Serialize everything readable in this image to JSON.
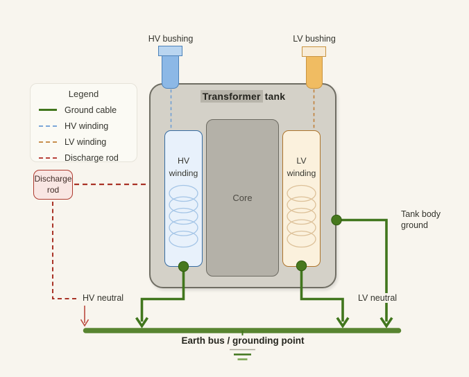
{
  "colors": {
    "background": "#f8f5ee",
    "ground_cable_green": "#41761d",
    "earth_bus_green": "#588430",
    "hv_blue": "#4b81b9",
    "lv_orange": "#c9933f",
    "discharge_red": "#ad392e"
  },
  "legend": {
    "title": "Legend",
    "items": [
      {
        "label": "Ground cable",
        "style": "solid",
        "color": "#41761d"
      },
      {
        "label": "HV winding",
        "style": "dashed",
        "color": "#7aa6d8"
      },
      {
        "label": "LV winding",
        "style": "dashed",
        "color": "#c78f4e"
      },
      {
        "label": "Discharge rod",
        "style": "dashed",
        "color": "#b8413a"
      }
    ]
  },
  "tank": {
    "title_highlight": "Transformer",
    "title_rest": "tank"
  },
  "components": {
    "hv_bushing": "HV bushing",
    "lv_bushing": "LV bushing",
    "hv_winding": "HV winding",
    "lv_winding": "LV winding",
    "core": "Core",
    "discharge_rod": "Discharge rod"
  },
  "labels": {
    "hv_neutral": "HV neutral",
    "lv_neutral": "LV neutral",
    "tank_body_ground": "Tank body ground",
    "earth_bus": "Earth bus / grounding point"
  }
}
